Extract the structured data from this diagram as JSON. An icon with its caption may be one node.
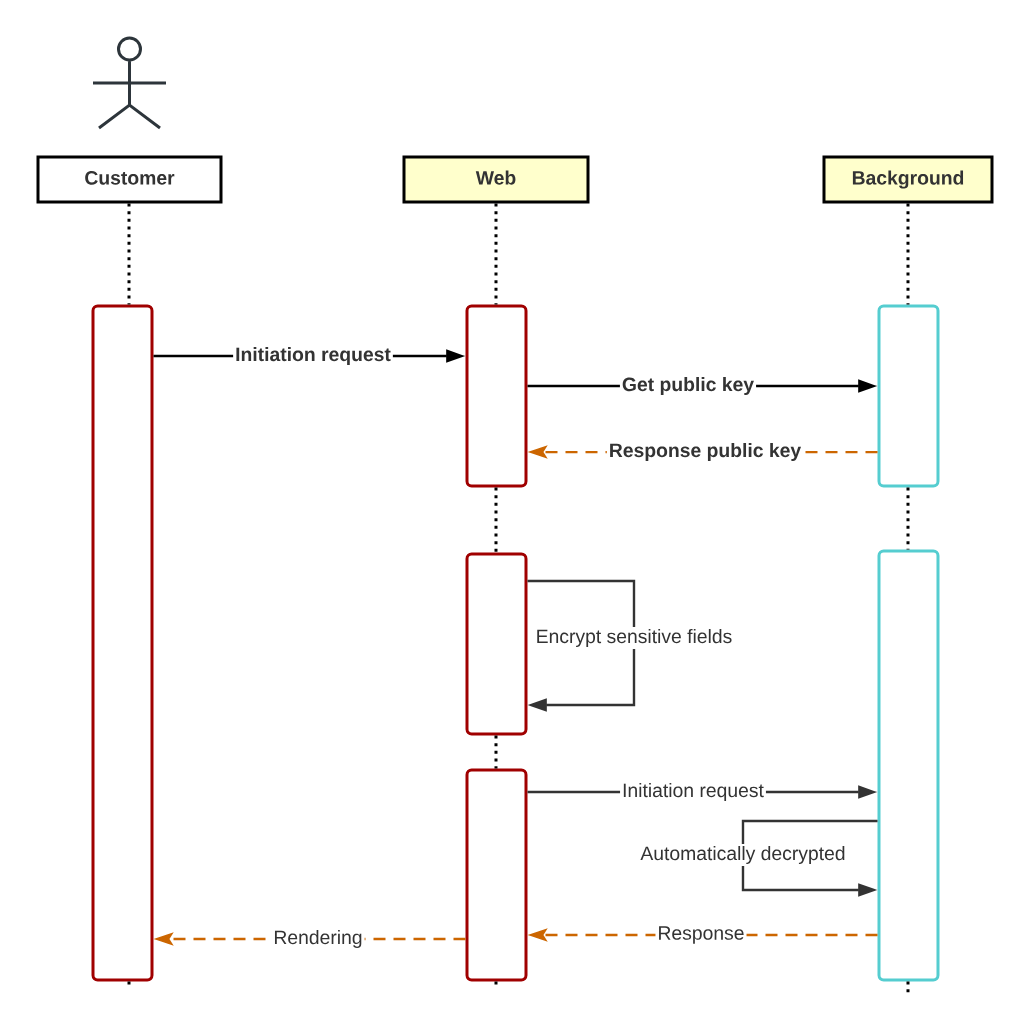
{
  "diagram": {
    "nodes": [
      {
        "text": [],
        "shape": "person"
      },
      {
        "text": [
          "Customer"
        ]
      },
      {
        "text": [
          "Web"
        ]
      },
      {
        "text": [
          "Background"
        ]
      },
      {
        "text": [],
        "shape": "box"
      },
      {
        "text": [],
        "shape": "box"
      },
      {
        "text": [],
        "shape": "box"
      },
      {
        "text": [],
        "shape": "box"
      },
      {
        "text": [],
        "shape": "box"
      },
      {
        "text": [],
        "shape": "box"
      }
    ],
    "edges": [
      {
        "from": 4,
        "to": 5,
        "arrow": "to",
        "label": "Initiation request"
      },
      {
        "from": 5,
        "to": 6,
        "arrow": "to",
        "label": "Get public key"
      },
      {
        "from": 6,
        "to": 5,
        "arrow": "to",
        "label": "Response public key",
        "style": "dashed",
        "color": "#cc6600"
      },
      {
        "from": 7,
        "to": 7,
        "arrow": "to",
        "label": "Encrypt sensitive fields",
        "color": "#333333"
      },
      {
        "from": 9,
        "to": 8,
        "arrow": "to",
        "label": "Initiation request",
        "color": "#333333"
      },
      {
        "from": 8,
        "to": 8,
        "arrow": "to",
        "label": "Automatically decrypted",
        "color": "#333333"
      },
      {
        "from": 8,
        "to": 9,
        "arrow": "to",
        "label": "Response",
        "style": "dashed",
        "color": "#cc6600"
      },
      {
        "from": 9,
        "to": 4,
        "arrow": "to",
        "label": "Rendering",
        "style": "dashed",
        "color": "#cc6600"
      },
      {
        "from": 1,
        "to": 4,
        "arrow": "none",
        "style": "dashed"
      },
      {
        "from": 2,
        "to": 5,
        "arrow": "none",
        "style": "dashed"
      },
      {
        "from": 3,
        "to": 6,
        "arrow": "none",
        "style": "dashed"
      },
      {
        "from": 5,
        "to": 7,
        "arrow": "none",
        "style": "dashed"
      },
      {
        "from": 6,
        "to": 8,
        "arrow": "none",
        "style": "dashed"
      },
      {
        "from": 7,
        "to": 9,
        "arrow": "none",
        "style": "dashed"
      },
      {
        "from": 4,
        "to": null,
        "arrow": "none",
        "style": "dashed"
      },
      {
        "from": 9,
        "to": null,
        "arrow": "none",
        "style": "dashed"
      },
      {
        "from": 8,
        "to": null,
        "arrow": "none",
        "style": "dashed"
      }
    ]
  }
}
